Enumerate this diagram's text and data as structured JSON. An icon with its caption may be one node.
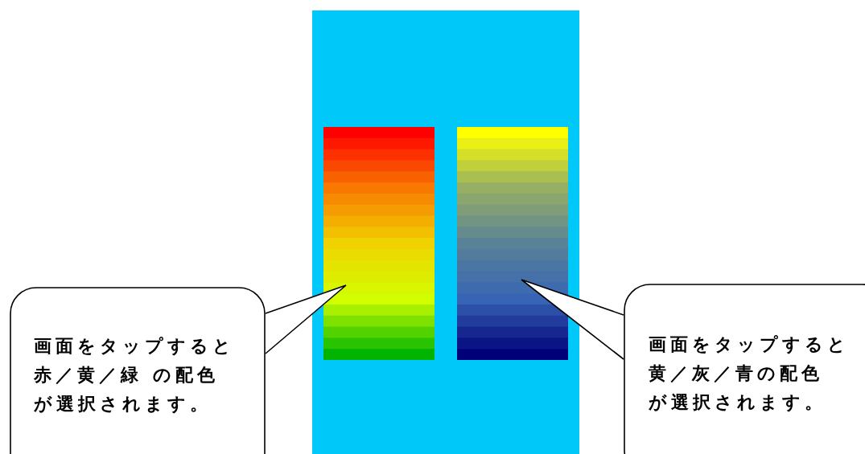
{
  "diagram": {
    "nodes": [
      {
        "text": [],
        "shape": "box"
      },
      {
        "text": [],
        "shape": "bar",
        "in": 0
      },
      {
        "text": [],
        "shape": "bar",
        "in": 0
      },
      {
        "text": [
          "画面をタップすると赤／黄／緑 の配色が選択されます。"
        ]
      },
      {
        "text": [
          "画面をタップすると黄／灰／青の配色が選択されます。"
        ]
      }
    ],
    "edges": [
      {
        "from": 3,
        "to": 1,
        "arrow": "none"
      },
      {
        "from": 4,
        "to": 2,
        "arrow": "none"
      }
    ]
  }
}
